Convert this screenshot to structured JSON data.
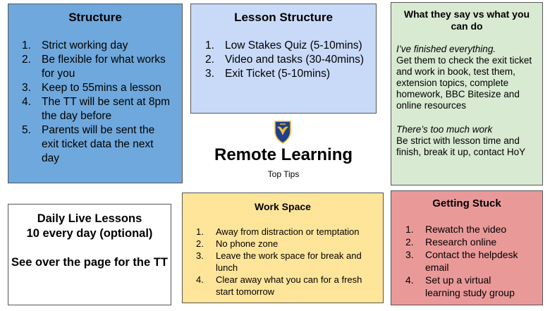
{
  "structure": {
    "title": "Structure",
    "items": [
      {
        "num": "1.",
        "text": "Strict working day"
      },
      {
        "num": "2.",
        "text": "Be flexible for what works for you"
      },
      {
        "num": "3.",
        "text": "Keep to 55mins a lesson"
      },
      {
        "num": "4.",
        "text": "The TT will be sent at 8pm the day before"
      },
      {
        "num": "5.",
        "text": "Parents will be sent the exit ticket data the next day"
      }
    ]
  },
  "lesson_structure": {
    "title": "Lesson Structure",
    "items": [
      {
        "num": "1.",
        "text": "Low Stakes Quiz (5-10mins)"
      },
      {
        "num": "2.",
        "text": "Video and tasks (30-40mins)"
      },
      {
        "num": "3.",
        "text": "Exit Ticket (5-10mins)"
      }
    ]
  },
  "what_they_say": {
    "title": "What they say vs what you can do",
    "quote1": "I’ve finished everything.",
    "answer1": "Get them to check the exit ticket and work in book, test them, extension topics, complete homework, BBC Bitesize and online resources",
    "quote2": "There’s too much work",
    "answer2": "Be strict with lesson time and finish, break it up, contact HoY"
  },
  "center": {
    "title": "Remote Learning",
    "subtitle": "Top Tips"
  },
  "daily": {
    "line1": "Daily Live Lessons",
    "line2": "10 every day (optional)",
    "line3": "See over the page for the TT"
  },
  "work_space": {
    "title": "Work Space",
    "items": [
      {
        "num": "1.",
        "text": "Away from distraction or temptation"
      },
      {
        "num": "2.",
        "text": "No phone zone"
      },
      {
        "num": "3.",
        "text": "Leave the work space for break and lunch"
      },
      {
        "num": "4.",
        "text": "Clear away what you can for a fresh start tomorrow"
      }
    ]
  },
  "getting_stuck": {
    "title": "Getting Stuck",
    "items": [
      {
        "num": "1.",
        "text": "Rewatch the video"
      },
      {
        "num": "2.",
        "text": "Research online"
      },
      {
        "num": "3.",
        "text": "Contact the helpdesk email"
      },
      {
        "num": "4.",
        "text": "Set up a virtual learning study group"
      }
    ]
  },
  "colors": {
    "structure_bg": "#6fa8dc",
    "lesson_bg": "#c9daf8",
    "whatsay_bg": "#d9ead3",
    "workspace_bg": "#ffe599",
    "stuck_bg": "#ea9999",
    "crest_blue": "#1f3f8f",
    "crest_gold": "#f1c232"
  },
  "icons": {
    "crest": "school-crest-icon"
  }
}
